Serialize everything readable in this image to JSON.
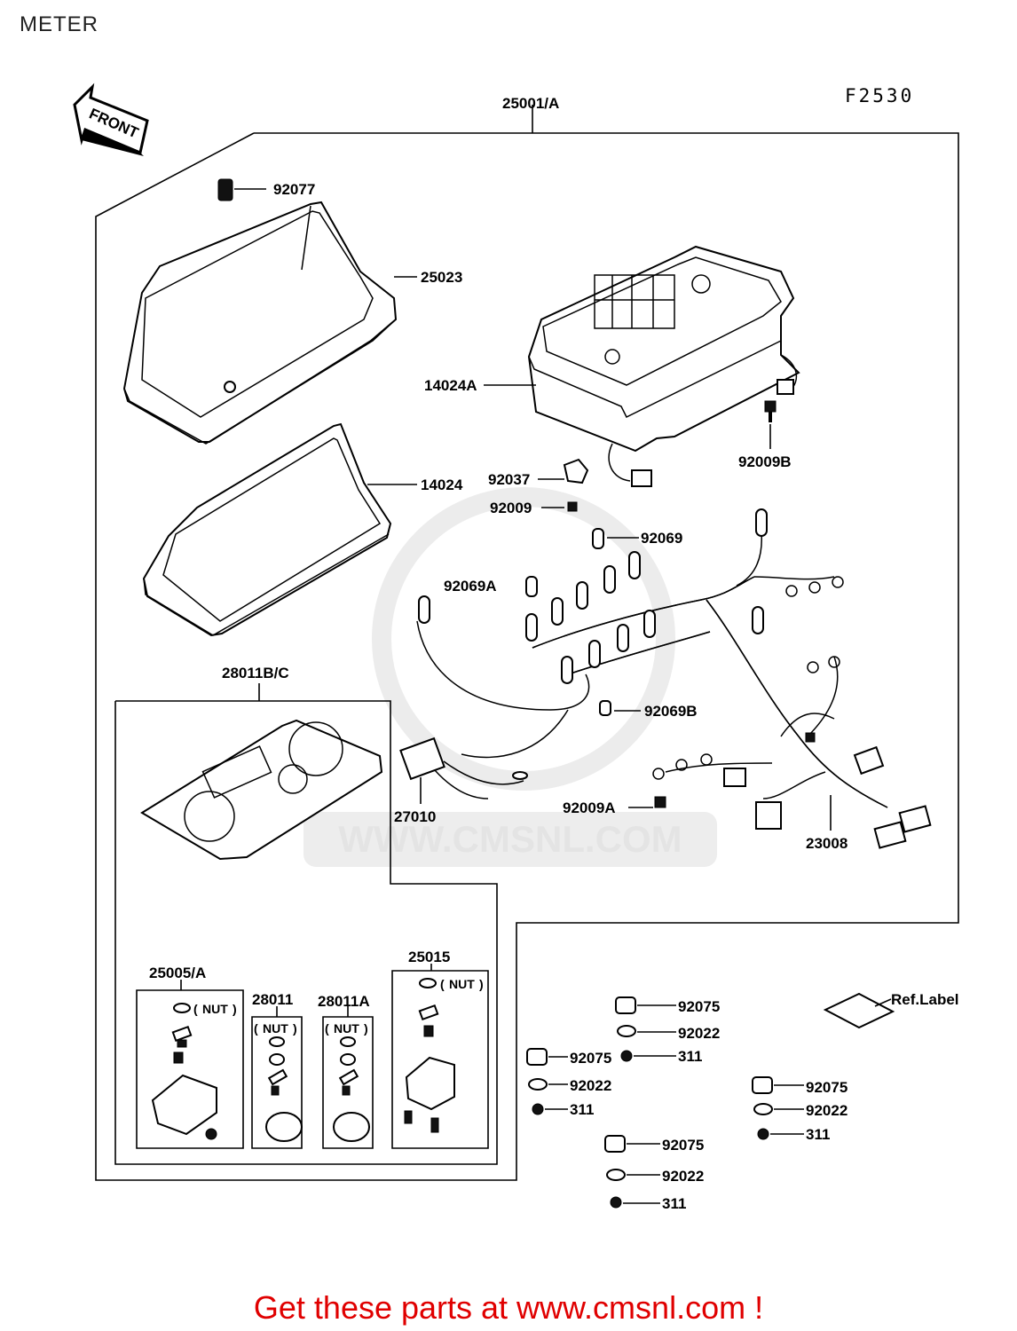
{
  "page_title": "METER",
  "figure_code": "F2530",
  "front_arrow_label": "FRONT",
  "watermark": "WWW.CMSNL.COM",
  "promo_text": "Get these parts at www.cmsnl.com !",
  "nut_label": "NUT",
  "labels": {
    "l_25001A": "25001/A",
    "l_92077": "92077",
    "l_25023": "25023",
    "l_14024A": "14024A",
    "l_92009B": "92009B",
    "l_92037": "92037",
    "l_92009": "92009",
    "l_14024": "14024",
    "l_92069": "92069",
    "l_92069A": "92069A",
    "l_92069B": "92069B",
    "l_28011BC": "28011B/C",
    "l_27010": "27010",
    "l_92009A": "92009A",
    "l_23008": "23008",
    "l_25015": "25015",
    "l_25005A": "25005/A",
    "l_28011": "28011",
    "l_28011A": "28011A",
    "l_ref": "Ref.Label",
    "l_92075_a": "92075",
    "l_92022_a": "92022",
    "l_311_a": "311",
    "l_92075_b": "92075",
    "l_92022_b": "92022",
    "l_311_b": "311",
    "l_92075_c": "92075",
    "l_92022_c": "92022",
    "l_311_c": "311",
    "l_92075_d": "92075",
    "l_92022_d": "92022",
    "l_311_d": "311"
  }
}
